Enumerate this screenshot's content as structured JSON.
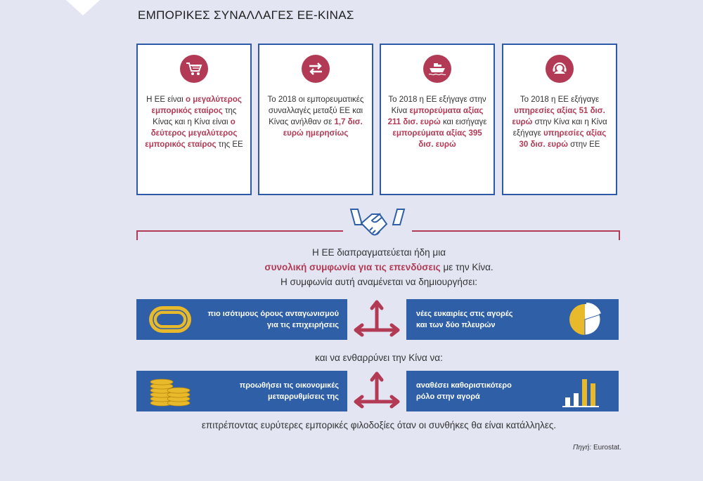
{
  "title": "ΕΜΠΟΡΙΚΕΣ ΣΥΝΑΛΛΑΓΕΣ ΕΕ-ΚΙΝΑΣ",
  "colors": {
    "accent": "#b23a55",
    "blue": "#2e5fa7",
    "background": "#e3e6f2",
    "yellow": "#e8b92b"
  },
  "cards": [
    {
      "icon": "shopping-cart-icon",
      "segments": [
        {
          "text": "Η ΕΕ είναι ",
          "bold": false
        },
        {
          "text": "ο μεγαλύτερος εμπορικός εταίρος",
          "bold": true
        },
        {
          "text": " της Κίνας και η Κίνα είναι ",
          "bold": false
        },
        {
          "text": "ο δεύτερος μεγαλύτερος εμπορικός εταίρος",
          "bold": true
        },
        {
          "text": " της ΕΕ",
          "bold": false
        }
      ]
    },
    {
      "icon": "exchange-arrows-icon",
      "segments": [
        {
          "text": "Το 2018 οι εμπορευματικές συναλλαγές μεταξύ ΕΕ και Κίνας ανήλθαν σε ",
          "bold": false
        },
        {
          "text": "1,7 δισ. ευρώ ημερησίως",
          "bold": true
        }
      ]
    },
    {
      "icon": "cargo-ship-icon",
      "segments": [
        {
          "text": "Το 2018 η ΕΕ εξήγαγε στην Κίνα ",
          "bold": false
        },
        {
          "text": "εμπορεύματα αξίας 211 δισ. ευρώ",
          "bold": true
        },
        {
          "text": " και εισήγαγε ",
          "bold": false
        },
        {
          "text": "εμπορεύματα αξίας 395 δισ. ευρώ",
          "bold": true
        }
      ]
    },
    {
      "icon": "headset-person-icon",
      "segments": [
        {
          "text": "Το 2018 η ΕΕ εξήγαγε ",
          "bold": false
        },
        {
          "text": "υπηρεσίες αξίας 51 δισ. ευρώ",
          "bold": true
        },
        {
          "text": " στην Κίνα και η Κίνα εξήγαγε ",
          "bold": false
        },
        {
          "text": "υπηρεσίες αξίας 30 δισ. ευρώ",
          "bold": true
        },
        {
          "text": " στην ΕΕ",
          "bold": false
        }
      ]
    }
  ],
  "negotiation": {
    "line1": "Η ΕΕ διαπραγματεύεται ήδη μια",
    "highlight": "συνολική συμφωνία για τις επενδύσεις",
    "line2_rest": " με την Κίνα.",
    "line3": "Η συμφωνία αυτή αναμένεται να δημιουργήσει:"
  },
  "row1": {
    "left": {
      "line1": "πιο ισότιμους όρους ανταγωνισμού",
      "line2": "για τις επιχειρήσεις",
      "icon": "running-track-icon"
    },
    "right": {
      "line1": "νέες ευκαιρίες στις αγορές",
      "line2": "και των δύο πλευρών",
      "icon": "pie-chart-icon"
    }
  },
  "encourage": "και να ενθαρρύνει την Κίνα να:",
  "row2": {
    "left": {
      "line1": "προωθήσει τις οικονομικές",
      "line2": "μεταρρυθμίσεις της",
      "icon": "coin-stacks-icon"
    },
    "right": {
      "line1": "αναθέσει καθοριστικότερο",
      "line2": "ρόλο στην αγορά",
      "icon": "bar-chart-icon"
    }
  },
  "closing": "επιτρέποντας ευρύτερες εμπορικές φιλοδοξίες όταν οι συνθήκες θα είναι κατάλληλες.",
  "source": {
    "label": "Πηγή:",
    "value": "Eurostat."
  }
}
